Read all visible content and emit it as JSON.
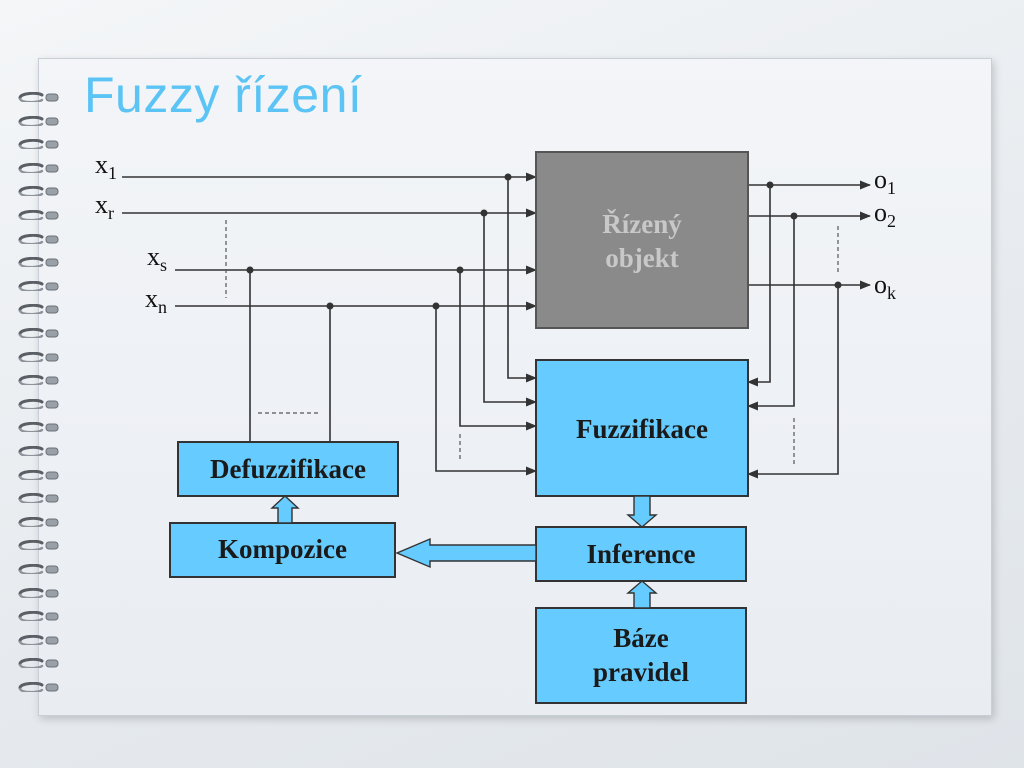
{
  "slide": {
    "title": "Fuzzy řízení"
  },
  "inputs": [
    {
      "base": "x",
      "sub": "1"
    },
    {
      "base": "x",
      "sub": "r"
    },
    {
      "base": "x",
      "sub": "s"
    },
    {
      "base": "x",
      "sub": "n"
    }
  ],
  "outputs": [
    {
      "base": "o",
      "sub": "1"
    },
    {
      "base": "o",
      "sub": "2"
    },
    {
      "base": "o",
      "sub": "k"
    }
  ],
  "blocks": {
    "plant": "Řízený objekt",
    "fuzzification": "Fuzzifikace",
    "defuzzification": "Defuzzifikace",
    "composition": "Kompozice",
    "inference": "Inference",
    "rule_base": "Báze pravidel"
  },
  "colors": {
    "title": "#5bc4f5",
    "block_fill": "#66ccff",
    "plant_fill": "#8a8a8a",
    "plant_text": "#c8c8c8",
    "line": "#333333"
  }
}
